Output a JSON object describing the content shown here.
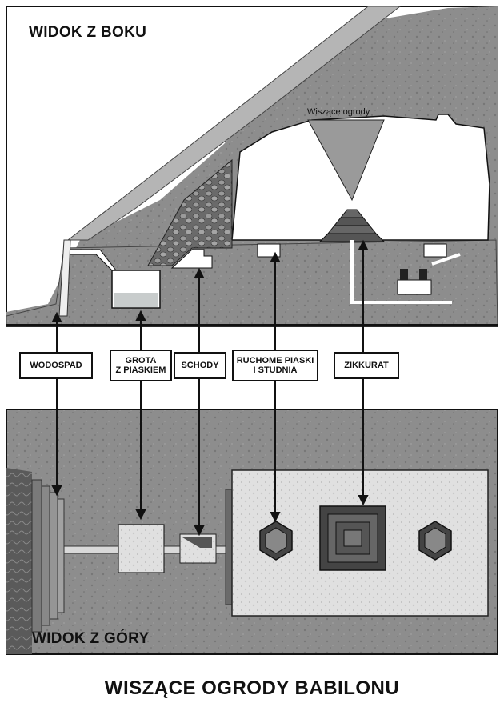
{
  "side_view": {
    "title": "WIDOK Z BOKU",
    "garden_label": "Wiszące ogrody"
  },
  "top_view": {
    "title": "WIDOK Z GÓRY"
  },
  "callouts": [
    {
      "id": "waterfall",
      "label": "WODOSPAD"
    },
    {
      "id": "sand-grotto",
      "label": "GROTA\nZ PIASKIEM"
    },
    {
      "id": "stairs",
      "label": "SCHODY"
    },
    {
      "id": "quicksand-well",
      "label": "RUCHOME PIASKI\nI STUDNIA"
    },
    {
      "id": "ziggurat",
      "label": "ZIKKURAT"
    }
  ],
  "caption": "WISZĄCE OGRODY BABILONU",
  "colors": {
    "rock": "#8a8a8a",
    "rock_dark": "#5e5e5e",
    "outline": "#111111",
    "cave": "#ffffff",
    "water": "#b9c2c2"
  }
}
